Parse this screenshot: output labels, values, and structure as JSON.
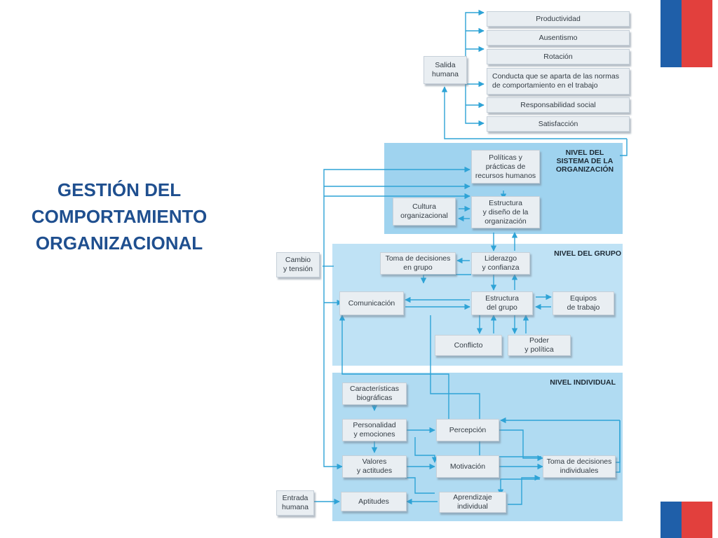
{
  "slide": {
    "title_lines": [
      "GESTIÓN DEL",
      "COMPORTAMIENTO",
      "ORGANIZACIONAL"
    ]
  },
  "colors": {
    "title": "#1f4f8f",
    "flag_blue": "#1f5fa9",
    "flag_red": "#e2403d",
    "arrow": "#2ea3d6",
    "org_panel": "#9fd3ef",
    "group_panel": "#bfe2f5",
    "individual_panel": "#b0dbf2",
    "box_fill": "#e9eef2"
  },
  "diagram": {
    "outputs": {
      "salida": "Salida\nhumana",
      "items": [
        "Productividad",
        "Ausentismo",
        "Rotación",
        "Conducta que se aparta de las normas\nde comportamiento en el trabajo",
        "Responsabilidad social",
        "Satisfacción"
      ]
    },
    "org_level": {
      "label": "NIVEL DEL\nSISTEMA DE LA\nORGANIZACIÓN",
      "politicas": "Políticas y\nprácticas de\nrecursos humanos",
      "cultura": "Cultura\norganizacional",
      "estructura_org": "Estructura\ny diseño de la\norganización"
    },
    "group_level": {
      "label": "NIVEL DEL GRUPO",
      "toma_grupo": "Toma de decisiones\nen grupo",
      "liderazgo": "Liderazgo\ny confianza",
      "comunicacion": "Comunicación",
      "estructura_grupo": "Estructura\ndel grupo",
      "equipos": "Equipos\nde trabajo",
      "conflicto": "Conflicto",
      "poder": "Poder\ny política"
    },
    "individual_level": {
      "label": "NIVEL INDIVIDUAL",
      "caracteristicas": "Características\nbiográficas",
      "personalidad": "Personalidad\ny emociones",
      "percepcion": "Percepción",
      "valores": "Valores\ny actitudes",
      "motivacion": "Motivación",
      "toma_individual": "Toma de decisiones\nindividuales",
      "aptitudes": "Aptitudes",
      "aprendizaje": "Aprendizaje\nindividual"
    },
    "inputs": {
      "cambio": "Cambio\ny tensión",
      "entrada": "Entrada\nhumana"
    }
  }
}
